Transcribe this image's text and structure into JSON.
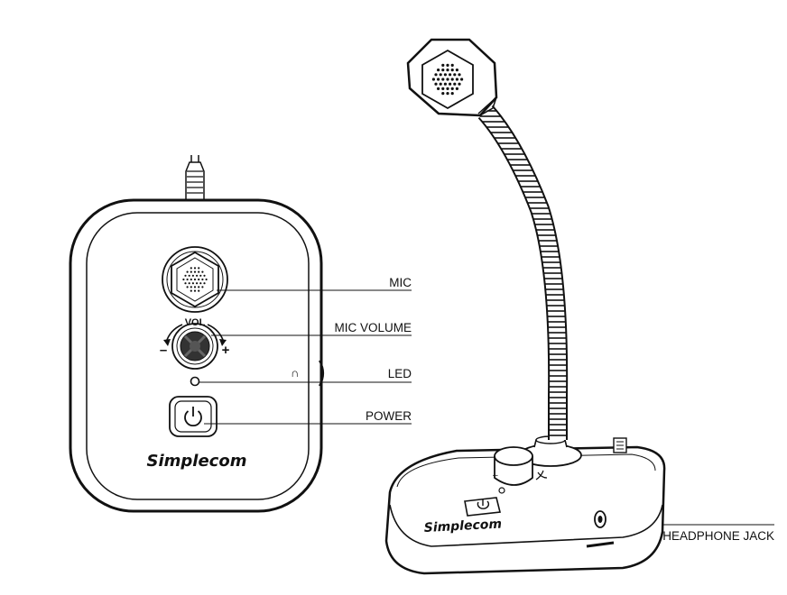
{
  "labels": {
    "mic": "MIC",
    "mic_volume": "MIC VOLUME",
    "led": "LED",
    "power": "POWER",
    "headphone_jack": "HEADPHONE JACK"
  },
  "device": {
    "brand_front": "Simplecom",
    "brand_side": "Simplecom",
    "vol_text": "VOL",
    "minus_sign": "–",
    "plus_sign": "+",
    "side_minus": "–"
  },
  "colors": {
    "line": "#111111",
    "fill": "#ffffff"
  }
}
